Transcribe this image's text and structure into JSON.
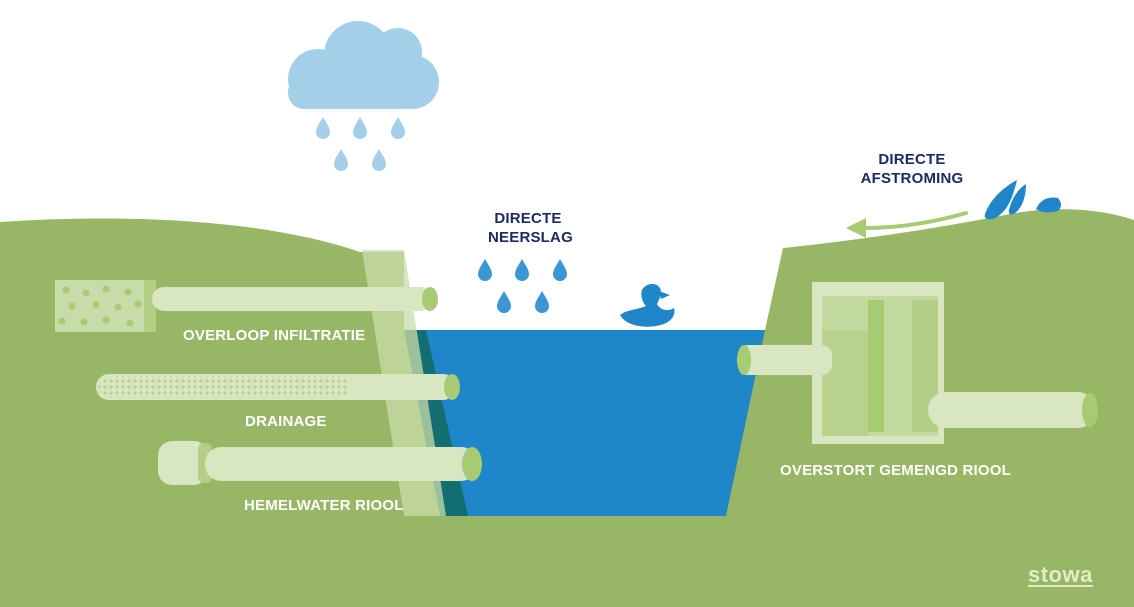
{
  "labels": {
    "overloop_infiltratie": "OVERLOOP INFILTRATIE",
    "drainage": "DRAINAGE",
    "hemelwater_riool": "HEMELWATER RIOOL",
    "overstort_gemengd_riool": "OVERSTORT GEMENGD RIOOL",
    "directe_neerslag_line1": "DIRECTE",
    "directe_neerslag_line2": "NEERSLAG",
    "directe_afstroming_line1": "DIRECTE",
    "directe_afstroming_line2": "AFSTROMING"
  },
  "brand": "stowa",
  "icons": [
    "rain-cloud-icon",
    "raindrop-icon",
    "duck-icon",
    "water-splash-icon",
    "arrow-left-icon"
  ],
  "colors": {
    "ground": "#97b766",
    "pipe": "#d8e6c1",
    "pipe_end": "#a6cb73",
    "water": "#1f86c9",
    "water_dark": "#136e72",
    "cloud": "#a3cfe8",
    "drop": "#3b96d4",
    "label_white": "#ffffff",
    "label_navy": "#1c2a63"
  }
}
